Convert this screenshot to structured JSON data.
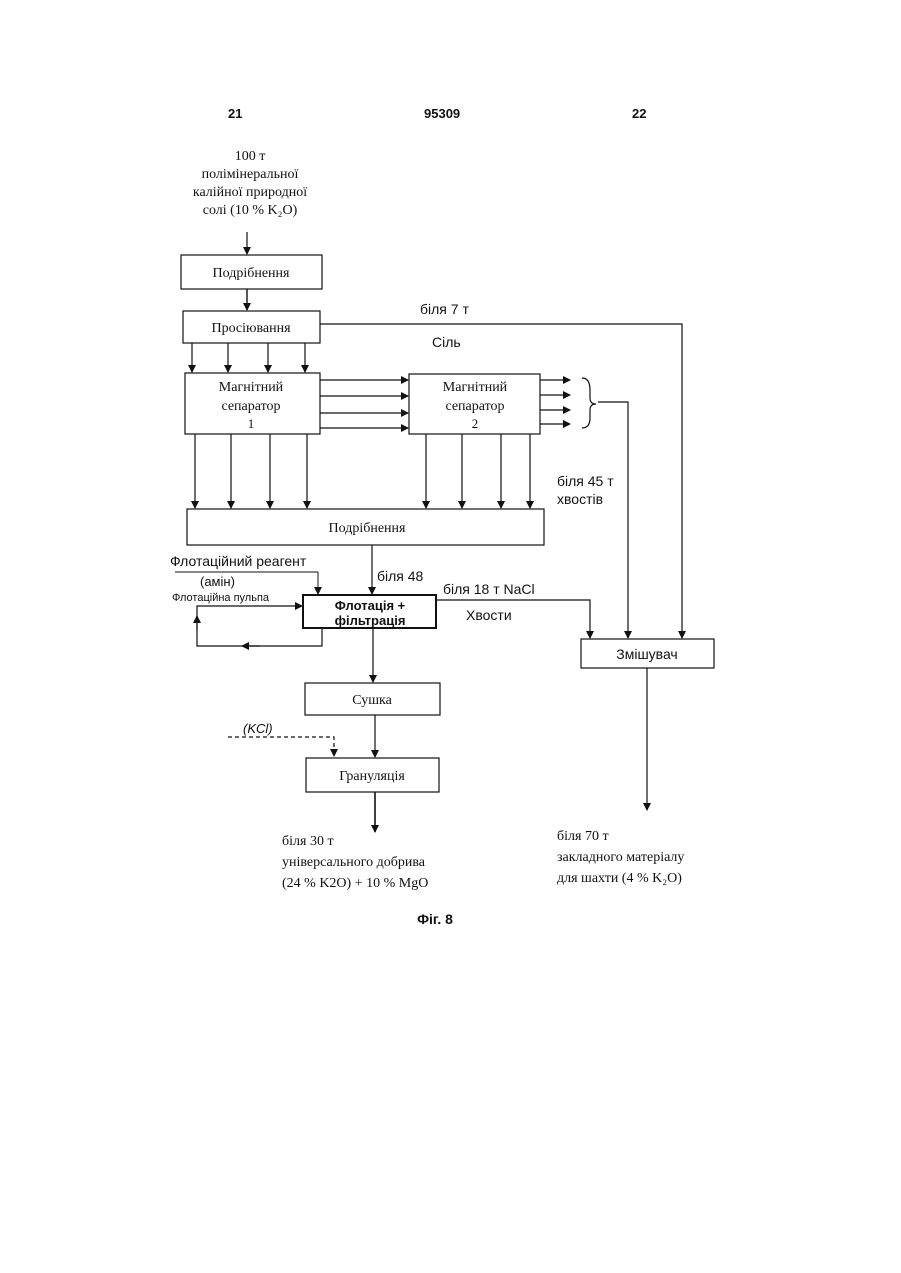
{
  "header": {
    "page_left": "21",
    "doc_number": "95309",
    "page_right": "22"
  },
  "input": {
    "line1": "100 т",
    "line2": "полімінеральної",
    "line3": "калійної природної",
    "line4": "солі (10 % K₂O)"
  },
  "blocks": {
    "crush1": "Подрібнення",
    "sieve": "Просіювання",
    "sep1_l1": "Магнітний",
    "sep1_l2": "сепаратор",
    "sep1_l3": "1",
    "sep2_l1": "Магнітний",
    "sep2_l2": "сепаратор",
    "sep2_l3": "2",
    "crush2": "Подрібнення",
    "flot_l1": "Флотація +",
    "flot_l2": "фільтрація",
    "dry": "Сушка",
    "gran": "Грануляція",
    "mixer": "Змішувач"
  },
  "labels": {
    "bilia7": "біля 7 т",
    "salt": "Сіль",
    "bilia45_l1": "біля 45 т",
    "bilia45_l2": "хвостів",
    "flot_reagent": "Флотаційний реагент",
    "amine": "(амін)",
    "flot_pulp": "Флотаційна пульпа",
    "bilia48": "біля 48",
    "bilia18": "біля 18 т NaCl",
    "tails": "Хвости",
    "kcl": "(KCl)"
  },
  "outputs": {
    "fert_l1": "біля 30 т",
    "fert_l2": "універсального добрива",
    "fert_l3": "(24 % K2O) + 10 % MgO",
    "fill_l1": "біля 70 т",
    "fill_l2": "закладного матеріалу",
    "fill_l3": "для шахти (4 % K₂O)"
  },
  "caption": "Фіг. 8"
}
